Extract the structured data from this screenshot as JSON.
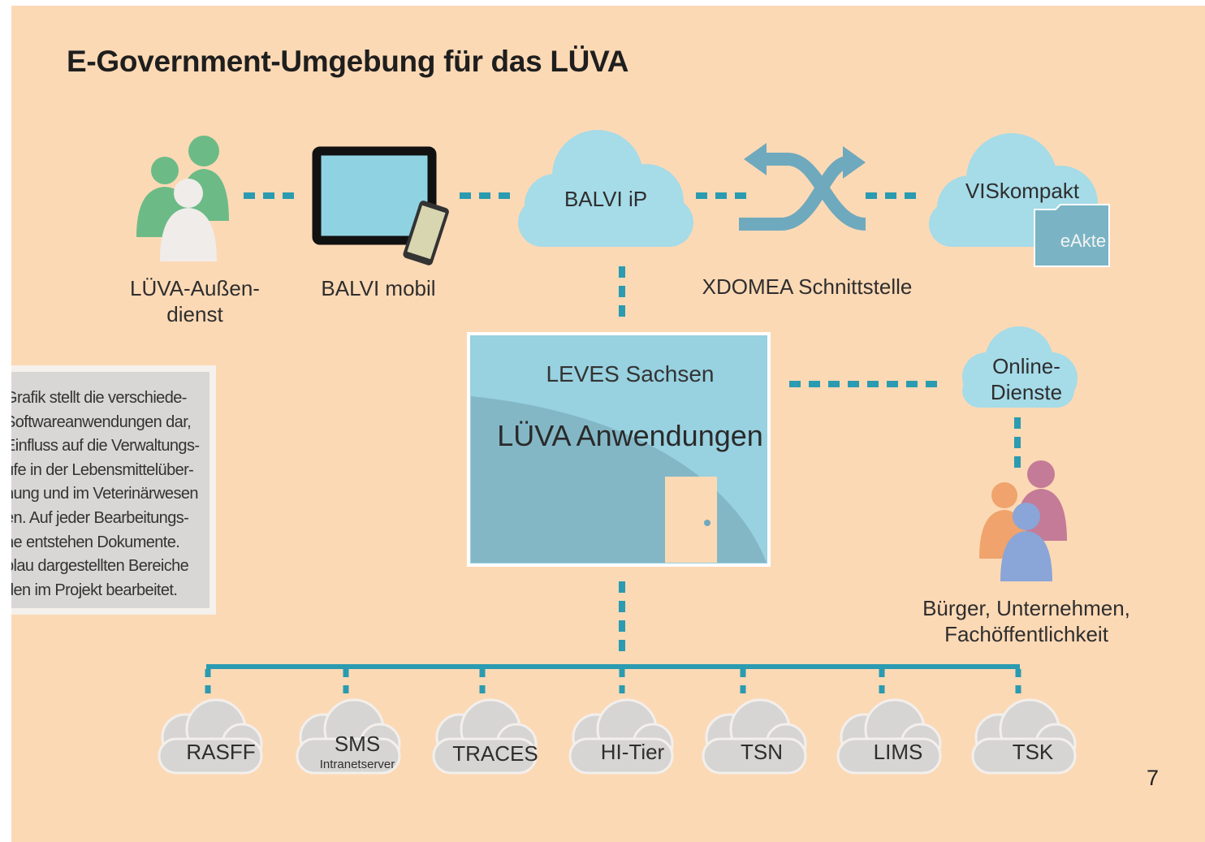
{
  "title": "E-Government-Umgebung für das LÜVA",
  "nodes": {
    "aussendienst": "LÜVA-Außen-\ndienst",
    "balvi_mobil": "BALVI mobil",
    "balvi_ip": "BALVI iP",
    "xdomea": "XDOMEA Schnittstelle",
    "viskompakt": "VISkompakt",
    "eakte": "eAkte",
    "leves": "LEVES Sachsen",
    "luva_anwendungen": "LÜVA Anwendungen",
    "online_dienste": "Online-\nDienste",
    "buerger": "Bürger, Unternehmen,\nFachöffentlichkeit"
  },
  "systems": [
    {
      "label": "RASFF",
      "sub": ""
    },
    {
      "label": "SMS",
      "sub": "Intranetserver"
    },
    {
      "label": "TRACES",
      "sub": ""
    },
    {
      "label": "HI-Tier",
      "sub": ""
    },
    {
      "label": "TSN",
      "sub": ""
    },
    {
      "label": "LIMS",
      "sub": ""
    },
    {
      "label": "TSK",
      "sub": ""
    }
  ],
  "note": "Grafik stellt die verschiede-\nSoftwareanwendungen dar,\nEinfluss auf die Verwaltungs-\nufe in der Lebensmittelüber-\nhung und im Veterinärwesen\nen. Auf jeder Bearbeitungs-\nne entstehen Dokumente.\nblau dargestellten Bereiche\nden im Projekt bearbeitet.",
  "page_number": "7",
  "colors": {
    "background": "#fcd9b5",
    "cloud_blue": "#a6dbe8",
    "cloud_grey": "#d7d5d3",
    "connector": "#2a9bb0",
    "green_people": "#6cbb87",
    "leves_box": "#98d1e0",
    "leves_inner": "#83b7c6"
  }
}
